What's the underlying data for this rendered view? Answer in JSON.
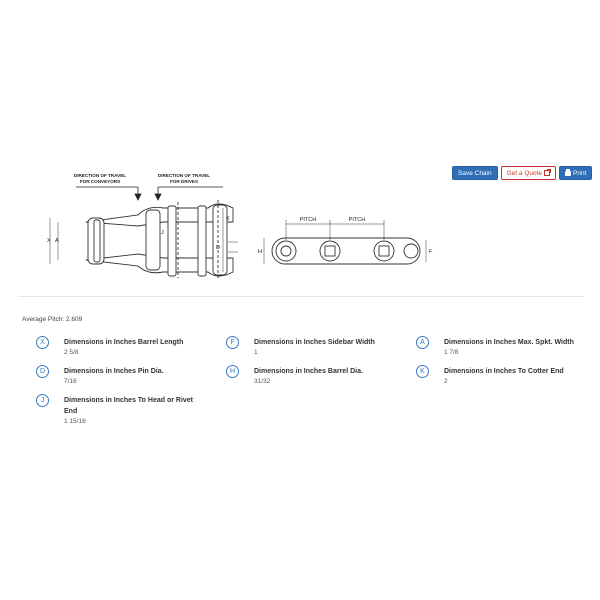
{
  "drawing": {
    "label_conveyors": [
      "DIRECTION OF TRAVEL",
      "FOR CONVEYORS"
    ],
    "label_drives": [
      "DIRECTION OF TRAVEL",
      "FOR DRIVES"
    ],
    "pitch_label": "PITCH",
    "dim_letters": [
      "X",
      "A",
      "J",
      "K",
      "D",
      "H",
      "F"
    ]
  },
  "toolbar": {
    "save_label": "Save Chain",
    "quote_label": "Get a Quote",
    "print_label": "Print"
  },
  "average_pitch": "Average Pitch: 2.609",
  "specs": [
    {
      "letter": "X",
      "title": "Dimensions in Inches Barrel Length",
      "value": "2 5/8"
    },
    {
      "letter": "F",
      "title": "Dimensions in Inches Sidebar Width",
      "value": "1"
    },
    {
      "letter": "A",
      "title": "Dimensions in Inches Max. Spkt. Width",
      "value": "1 7/8"
    },
    {
      "letter": "D",
      "title": "Dimensions in Inches Pin Dia.",
      "value": "7/16"
    },
    {
      "letter": "H",
      "title": "Dimensions in Inches Barrel Dia.",
      "value": "31/32"
    },
    {
      "letter": "K",
      "title": "Dimensions in Inches To Cotter End",
      "value": "2"
    },
    {
      "letter": "J",
      "title": "Dimensions in Inches To Head or Rivet End",
      "value": "1 15/16"
    }
  ]
}
